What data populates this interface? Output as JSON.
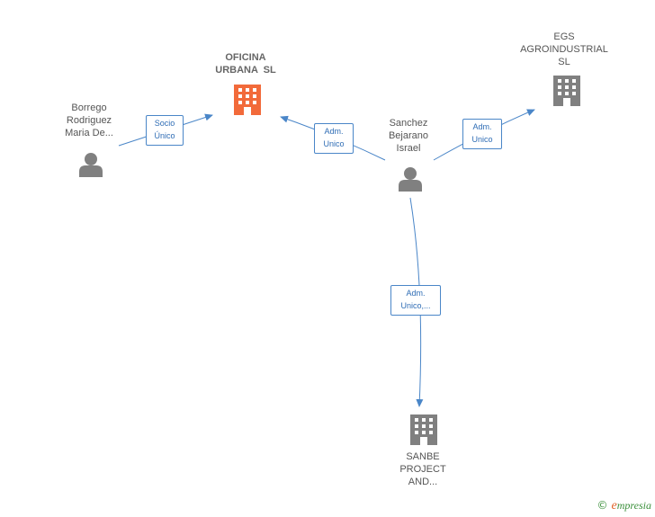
{
  "nodes": {
    "borrego": {
      "lines": [
        "Borrego",
        "Rodriguez",
        "Maria De..."
      ],
      "type": "person"
    },
    "oficina": {
      "lines": [
        "OFICINA",
        "URBANA  SL"
      ],
      "type": "company",
      "highlight": true
    },
    "sanchez": {
      "lines": [
        "Sanchez",
        "Bejarano",
        "Israel"
      ],
      "type": "person"
    },
    "egs": {
      "lines": [
        "EGS",
        "AGROINDUSTRIAL",
        "SL"
      ],
      "type": "company"
    },
    "sanbe": {
      "lines": [
        "SANBE",
        "PROJECT",
        "AND..."
      ],
      "type": "company"
    }
  },
  "edges": {
    "borrego_oficina": {
      "lines": [
        "Socio",
        "Único"
      ]
    },
    "sanchez_oficina": {
      "lines": [
        "Adm.",
        "Unico"
      ]
    },
    "sanchez_egs": {
      "lines": [
        "Adm.",
        "Unico"
      ]
    },
    "sanchez_sanbe": {
      "lines": [
        "Adm.",
        "Unico,..."
      ]
    }
  },
  "colors": {
    "edge": "#4a86c8",
    "person_icon": "#808080",
    "company_icon": "#808080",
    "highlight_company_icon": "#f26a3a"
  },
  "brand": {
    "copyright": "©",
    "first": "e",
    "rest": "mpresia"
  }
}
